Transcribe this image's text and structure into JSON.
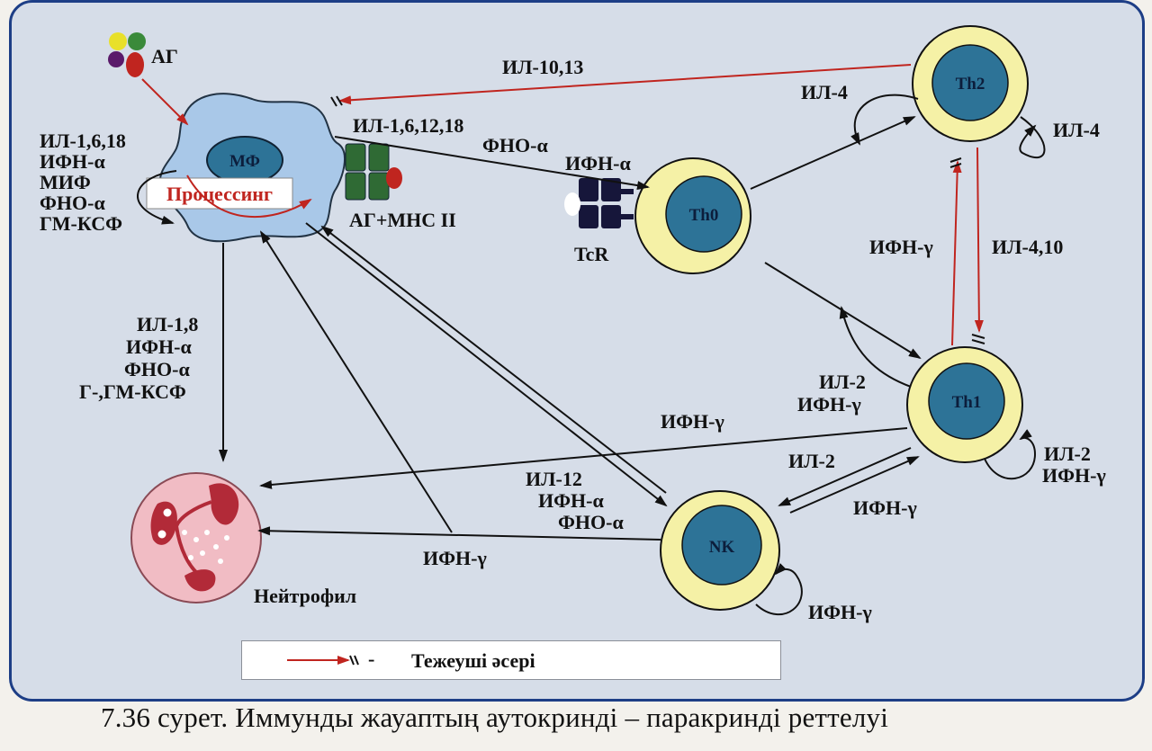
{
  "labels": {
    "ag": "АГ",
    "il_10_13": "ИЛ-10,13",
    "il_4_th2_left": "ИЛ-4",
    "il_4_th2_self": "ИЛ-4",
    "mf": "МФ",
    "processing": "Процессинг",
    "mf_self_1": "ИЛ-1,6,18",
    "mf_self_2": "ИФН-α",
    "mf_self_3": "МИФ",
    "mf_self_4": "ФНО-α",
    "mf_self_5": "ГМ-КСФ",
    "mf_th0_1": "ИЛ-1,6,12,18",
    "mf_th0_2": "ФНО-α",
    "mf_th0_3": "ИФН-α",
    "ag_mhc": "АГ+МНС II",
    "tcr": "TcR",
    "th0": "Th0",
    "th2": "Th2",
    "th1": "Th1",
    "nk": "NK",
    "ifn_g_th1_th2": "ИФН-γ",
    "il_4_10": "ИЛ-4,10",
    "mf_neutro_1": "ИЛ-1,8",
    "mf_neutro_2": "ИФН-α",
    "mf_neutro_3": "ФНО-α",
    "mf_neutro_4": "Г-,ГМ-КСФ",
    "th1_self_1": "ИЛ-2",
    "th1_self_2": "ИФН-γ",
    "th1_self_right_1": "ИЛ-2",
    "th1_self_right_2": "ИФН-γ",
    "ifn_g_th1_neutro": "ИФН-γ",
    "il_2_th1_nk": "ИЛ-2",
    "ifn_g_nk_th1": "ИФН-γ",
    "nk_in_1": "ИЛ-12",
    "nk_in_2": "ИФН-α",
    "nk_in_3": "ФНО-α",
    "ifn_g_nk_neutro": "ИФН-γ",
    "ifn_g_nk_self": "ИФН-γ",
    "neutrophil": "Нейтрофил"
  },
  "legend": {
    "text": "Тежеуші әсері",
    "dash": "-"
  },
  "caption": "7.36 сурет. Иммунды жауаптың аутокринді – паракринді реттелуі",
  "colors": {
    "frame_border": "#1d3e86",
    "background": "#d6dde8",
    "macrophage": "#a9c8e8",
    "cell_ring": "#f5f1a6",
    "cell_nucleus": "#2d7397",
    "inhibit_arrow": "#c0251f",
    "neutrophil": "#f1bcc4"
  }
}
